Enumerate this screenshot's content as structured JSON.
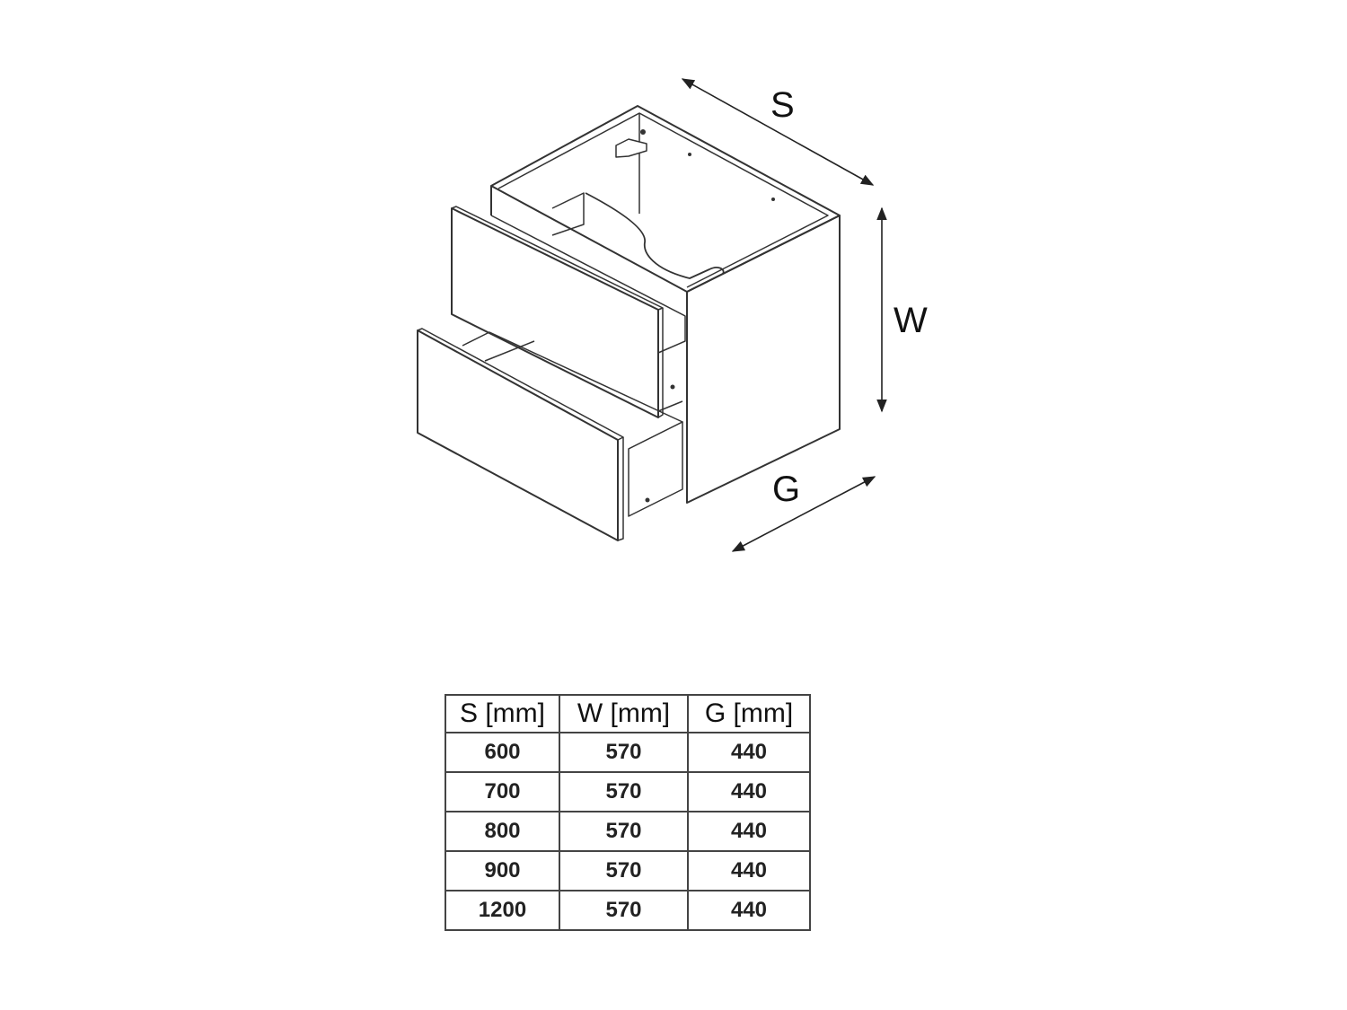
{
  "dimensions": {
    "width_label": "S",
    "height_label": "W",
    "depth_label": "G"
  },
  "table": {
    "headers": [
      "S [mm]",
      "W [mm]",
      "G [mm]"
    ],
    "rows": [
      [
        "600",
        "570",
        "440"
      ],
      [
        "700",
        "570",
        "440"
      ],
      [
        "800",
        "570",
        "440"
      ],
      [
        "900",
        "570",
        "440"
      ],
      [
        "1200",
        "570",
        "440"
      ]
    ]
  }
}
